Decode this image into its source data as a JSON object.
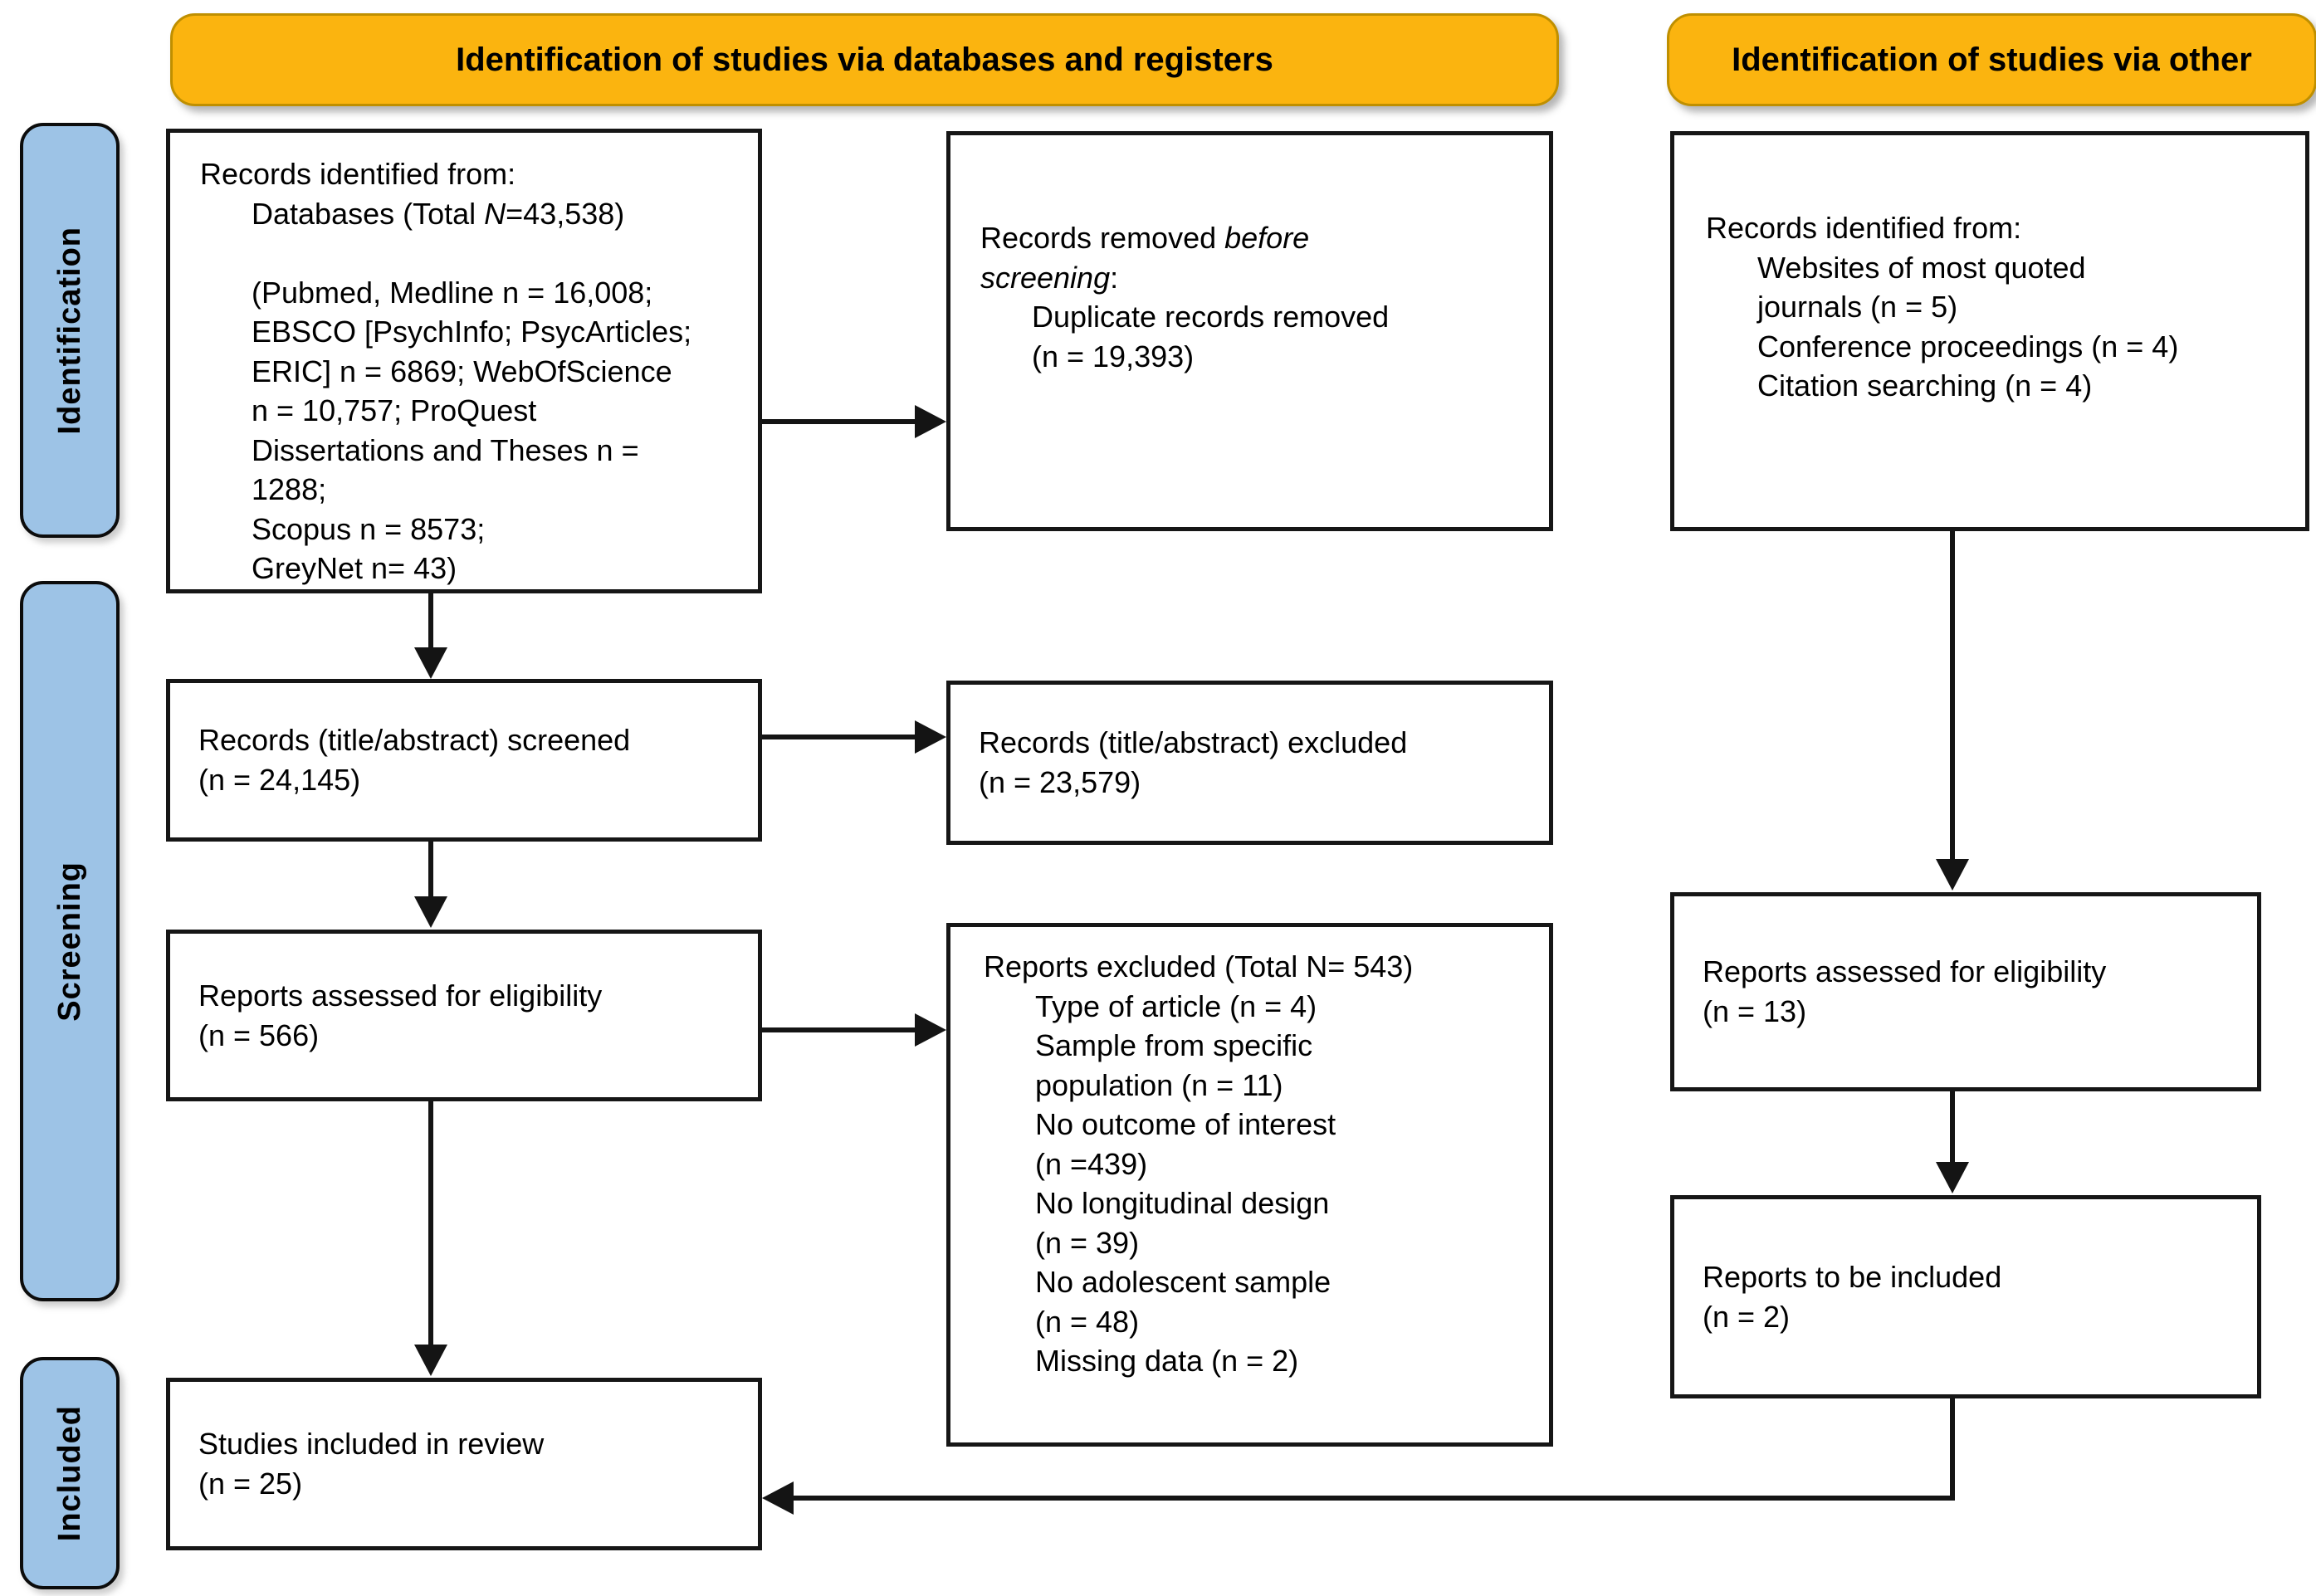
{
  "colors": {
    "header_fill": "#FBB40F",
    "header_border": "#BF8F00",
    "label_fill": "#9DC3E6",
    "line_color": "#141414"
  },
  "headers": {
    "databases": "Identification of studies via databases and registers",
    "other": "Identification of studies via other"
  },
  "sidebar": {
    "identification": "Identification",
    "screening": "Screening",
    "included": "Included"
  },
  "boxes": {
    "db_identified": {
      "lines": [
        {
          "seg": [
            {
              "t": "Records identified from:"
            }
          ]
        },
        {
          "indent": true,
          "seg": [
            {
              "t": "Databases (Total "
            },
            {
              "t": "N",
              "i": true
            },
            {
              "t": "=43,538)"
            }
          ]
        },
        {
          "seg": [
            {
              "t": " "
            }
          ]
        },
        {
          "indent": true,
          "seg": [
            {
              "t": "(Pubmed, Medline n = 16,008;"
            }
          ]
        },
        {
          "indent": true,
          "seg": [
            {
              "t": "EBSCO [PsychInfo; PsycArticles;"
            }
          ]
        },
        {
          "indent": true,
          "seg": [
            {
              "t": "ERIC] n = 6869; WebOfScience"
            }
          ]
        },
        {
          "indent": true,
          "seg": [
            {
              "t": "n = 10,757; ProQuest"
            }
          ]
        },
        {
          "indent": true,
          "seg": [
            {
              "t": "Dissertations and Theses n ="
            }
          ]
        },
        {
          "indent": true,
          "seg": [
            {
              "t": "1288;"
            }
          ]
        },
        {
          "indent": true,
          "seg": [
            {
              "t": "Scopus n = 8573;"
            }
          ]
        },
        {
          "indent": true,
          "seg": [
            {
              "t": "GreyNet n= 43)"
            }
          ]
        }
      ]
    },
    "removed_before": {
      "lines": [
        {
          "seg": [
            {
              "t": "Records removed "
            },
            {
              "t": "before",
              "i": true
            }
          ]
        },
        {
          "seg": [
            {
              "t": "screening",
              "i": true
            },
            {
              "t": ":"
            }
          ]
        },
        {
          "indent": true,
          "seg": [
            {
              "t": "Duplicate records removed"
            }
          ]
        },
        {
          "indent": true,
          "seg": [
            {
              "t": "(n = 19,393)"
            }
          ]
        }
      ]
    },
    "screened": {
      "lines": [
        {
          "seg": [
            {
              "t": "Records (title/abstract) screened"
            }
          ]
        },
        {
          "seg": [
            {
              "t": "(n = 24,145)"
            }
          ]
        }
      ]
    },
    "screened_excluded": {
      "lines": [
        {
          "seg": [
            {
              "t": "Records (title/abstract) excluded"
            }
          ]
        },
        {
          "seg": [
            {
              "t": "(n = 23,579)"
            }
          ]
        }
      ]
    },
    "eligibility": {
      "lines": [
        {
          "seg": [
            {
              "t": "Reports assessed for eligibility"
            }
          ]
        },
        {
          "seg": [
            {
              "t": "(n = 566)"
            }
          ]
        }
      ]
    },
    "reports_excluded": {
      "lines": [
        {
          "seg": [
            {
              "t": "Reports excluded (Total N= 543)"
            }
          ]
        },
        {
          "indent": true,
          "seg": [
            {
              "t": "Type of article (n = 4)"
            }
          ]
        },
        {
          "indent": true,
          "seg": [
            {
              "t": "Sample from specific"
            }
          ]
        },
        {
          "indent": true,
          "seg": [
            {
              "t": "population (n = 11)"
            }
          ]
        },
        {
          "indent": true,
          "seg": [
            {
              "t": "No outcome of interest"
            }
          ]
        },
        {
          "indent": true,
          "seg": [
            {
              "t": "(n =439)"
            }
          ]
        },
        {
          "indent": true,
          "seg": [
            {
              "t": "No longitudinal design"
            }
          ]
        },
        {
          "indent": true,
          "seg": [
            {
              "t": "(n = 39)"
            }
          ]
        },
        {
          "indent": true,
          "seg": [
            {
              "t": "No adolescent sample"
            }
          ]
        },
        {
          "indent": true,
          "seg": [
            {
              "t": "(n = 48)"
            }
          ]
        },
        {
          "indent": true,
          "seg": [
            {
              "t": "Missing data (n = 2)"
            }
          ]
        }
      ]
    },
    "included_review": {
      "lines": [
        {
          "seg": [
            {
              "t": "Studies included in review"
            }
          ]
        },
        {
          "seg": [
            {
              "t": "(n = 25)"
            }
          ]
        }
      ]
    },
    "other_identified": {
      "lines": [
        {
          "seg": [
            {
              "t": "Records identified from:"
            }
          ]
        },
        {
          "indent": true,
          "seg": [
            {
              "t": "Websites of most quoted"
            }
          ]
        },
        {
          "indent": true,
          "seg": [
            {
              "t": "journals (n = 5)"
            }
          ]
        },
        {
          "indent": true,
          "seg": [
            {
              "t": "Conference proceedings (n = 4)"
            }
          ]
        },
        {
          "indent": true,
          "seg": [
            {
              "t": "Citation searching (n = 4)"
            }
          ]
        }
      ]
    },
    "other_eligibility": {
      "lines": [
        {
          "seg": [
            {
              "t": "Reports assessed for eligibility"
            }
          ]
        },
        {
          "seg": [
            {
              "t": "(n = 13)"
            }
          ]
        }
      ]
    },
    "other_included": {
      "lines": [
        {
          "seg": [
            {
              "t": "Reports to be included"
            }
          ]
        },
        {
          "seg": [
            {
              "t": "(n = 2)"
            }
          ]
        }
      ]
    }
  }
}
